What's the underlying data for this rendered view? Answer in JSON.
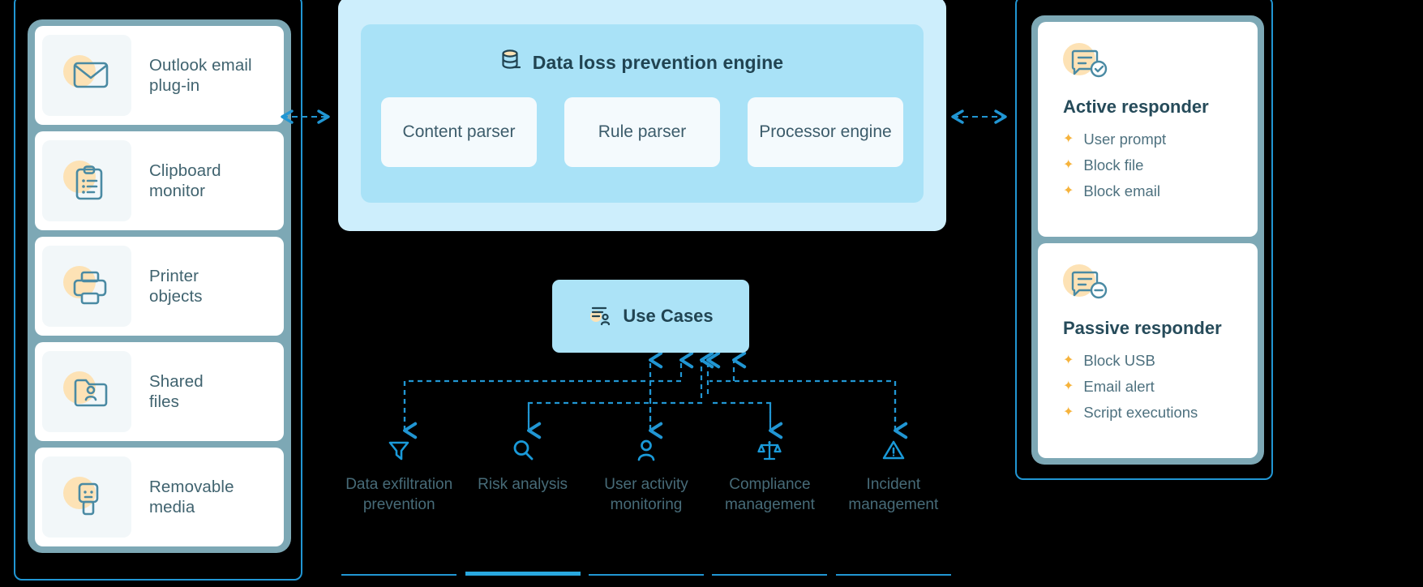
{
  "colors": {
    "accent_blue": "#2196d3",
    "panel_teal": "#7da8b5",
    "engine_outer": "#cdeefc",
    "engine_inner": "#a9e2f7",
    "usecases_bg": "#ace3f7",
    "icon_blob": "#fde2b5",
    "text_slate": "#40636f",
    "spark_amber": "#f6b33c",
    "active_underline": "#29a8e0"
  },
  "left_panel": {
    "name": "data-sources",
    "items": [
      {
        "label": "Outlook email\nplug-in",
        "line1": "Outlook email",
        "line2": "plug-in",
        "icon": "envelope-icon"
      },
      {
        "label": "Clipboard\nmonitor",
        "line1": "Clipboard",
        "line2": "monitor",
        "icon": "clipboard-icon"
      },
      {
        "label": "Printer\nobjects",
        "line1": "Printer",
        "line2": "objects",
        "icon": "printer-icon"
      },
      {
        "label": "Shared\nfiles",
        "line1": "Shared",
        "line2": "files",
        "icon": "shared-folder-icon"
      },
      {
        "label": "Removable\nmedia",
        "line1": "Removable",
        "line2": "media",
        "icon": "usb-drive-icon"
      }
    ]
  },
  "engine": {
    "title": "Data loss prevention engine",
    "title_icon": "database-icon",
    "cards": [
      {
        "label": "Content parser"
      },
      {
        "label": "Rule parser"
      },
      {
        "label": "Processor engine"
      }
    ]
  },
  "use_cases": {
    "title": "Use Cases",
    "title_icon": "user-list-icon",
    "items": [
      {
        "line1": "Data exfiltration",
        "line2": "prevention",
        "icon": "funnel-icon",
        "active": false
      },
      {
        "line1": "Risk analysis",
        "line2": "",
        "icon": "magnifier-icon",
        "active": true
      },
      {
        "line1": "User activity",
        "line2": "monitoring",
        "icon": "person-icon",
        "active": false
      },
      {
        "line1": "Compliance",
        "line2": "management",
        "icon": "scales-icon",
        "active": false
      },
      {
        "line1": "Incident",
        "line2": "management",
        "icon": "warning-triangle-icon",
        "active": false
      }
    ]
  },
  "right_panel": {
    "cards": [
      {
        "title": "Active responder",
        "icon": "chat-check-icon",
        "items": [
          "User prompt",
          "Block file",
          "Block email"
        ]
      },
      {
        "title": "Passive responder",
        "icon": "chat-minus-icon",
        "items": [
          "Block USB",
          "Email alert",
          "Script executions"
        ]
      }
    ]
  }
}
